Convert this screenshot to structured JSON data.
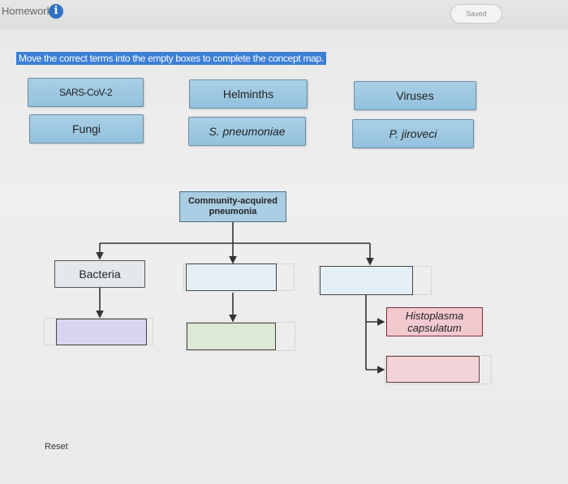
{
  "header": {
    "title": "Homework",
    "saved_label": "Saved"
  },
  "instructions": "Move the correct terms into the empty boxes to complete the concept map.",
  "terms": [
    "SARS-CoV-2",
    "Helminths",
    "Viruses",
    "Fungi",
    "S. pneumoniae",
    "P. jiroveci"
  ],
  "concept_map": {
    "root": "Community-acquired pneumonia",
    "bacteria": "Bacteria",
    "histoplasma": "Histoplasma capsulatum"
  },
  "reset_label": "Reset",
  "colors": {
    "term_fill": "#a9d0e6",
    "instructions_bg": "#3d7fd6",
    "info_icon": "#2f72c4",
    "histoplasma_fill": "#f2c9cf"
  }
}
